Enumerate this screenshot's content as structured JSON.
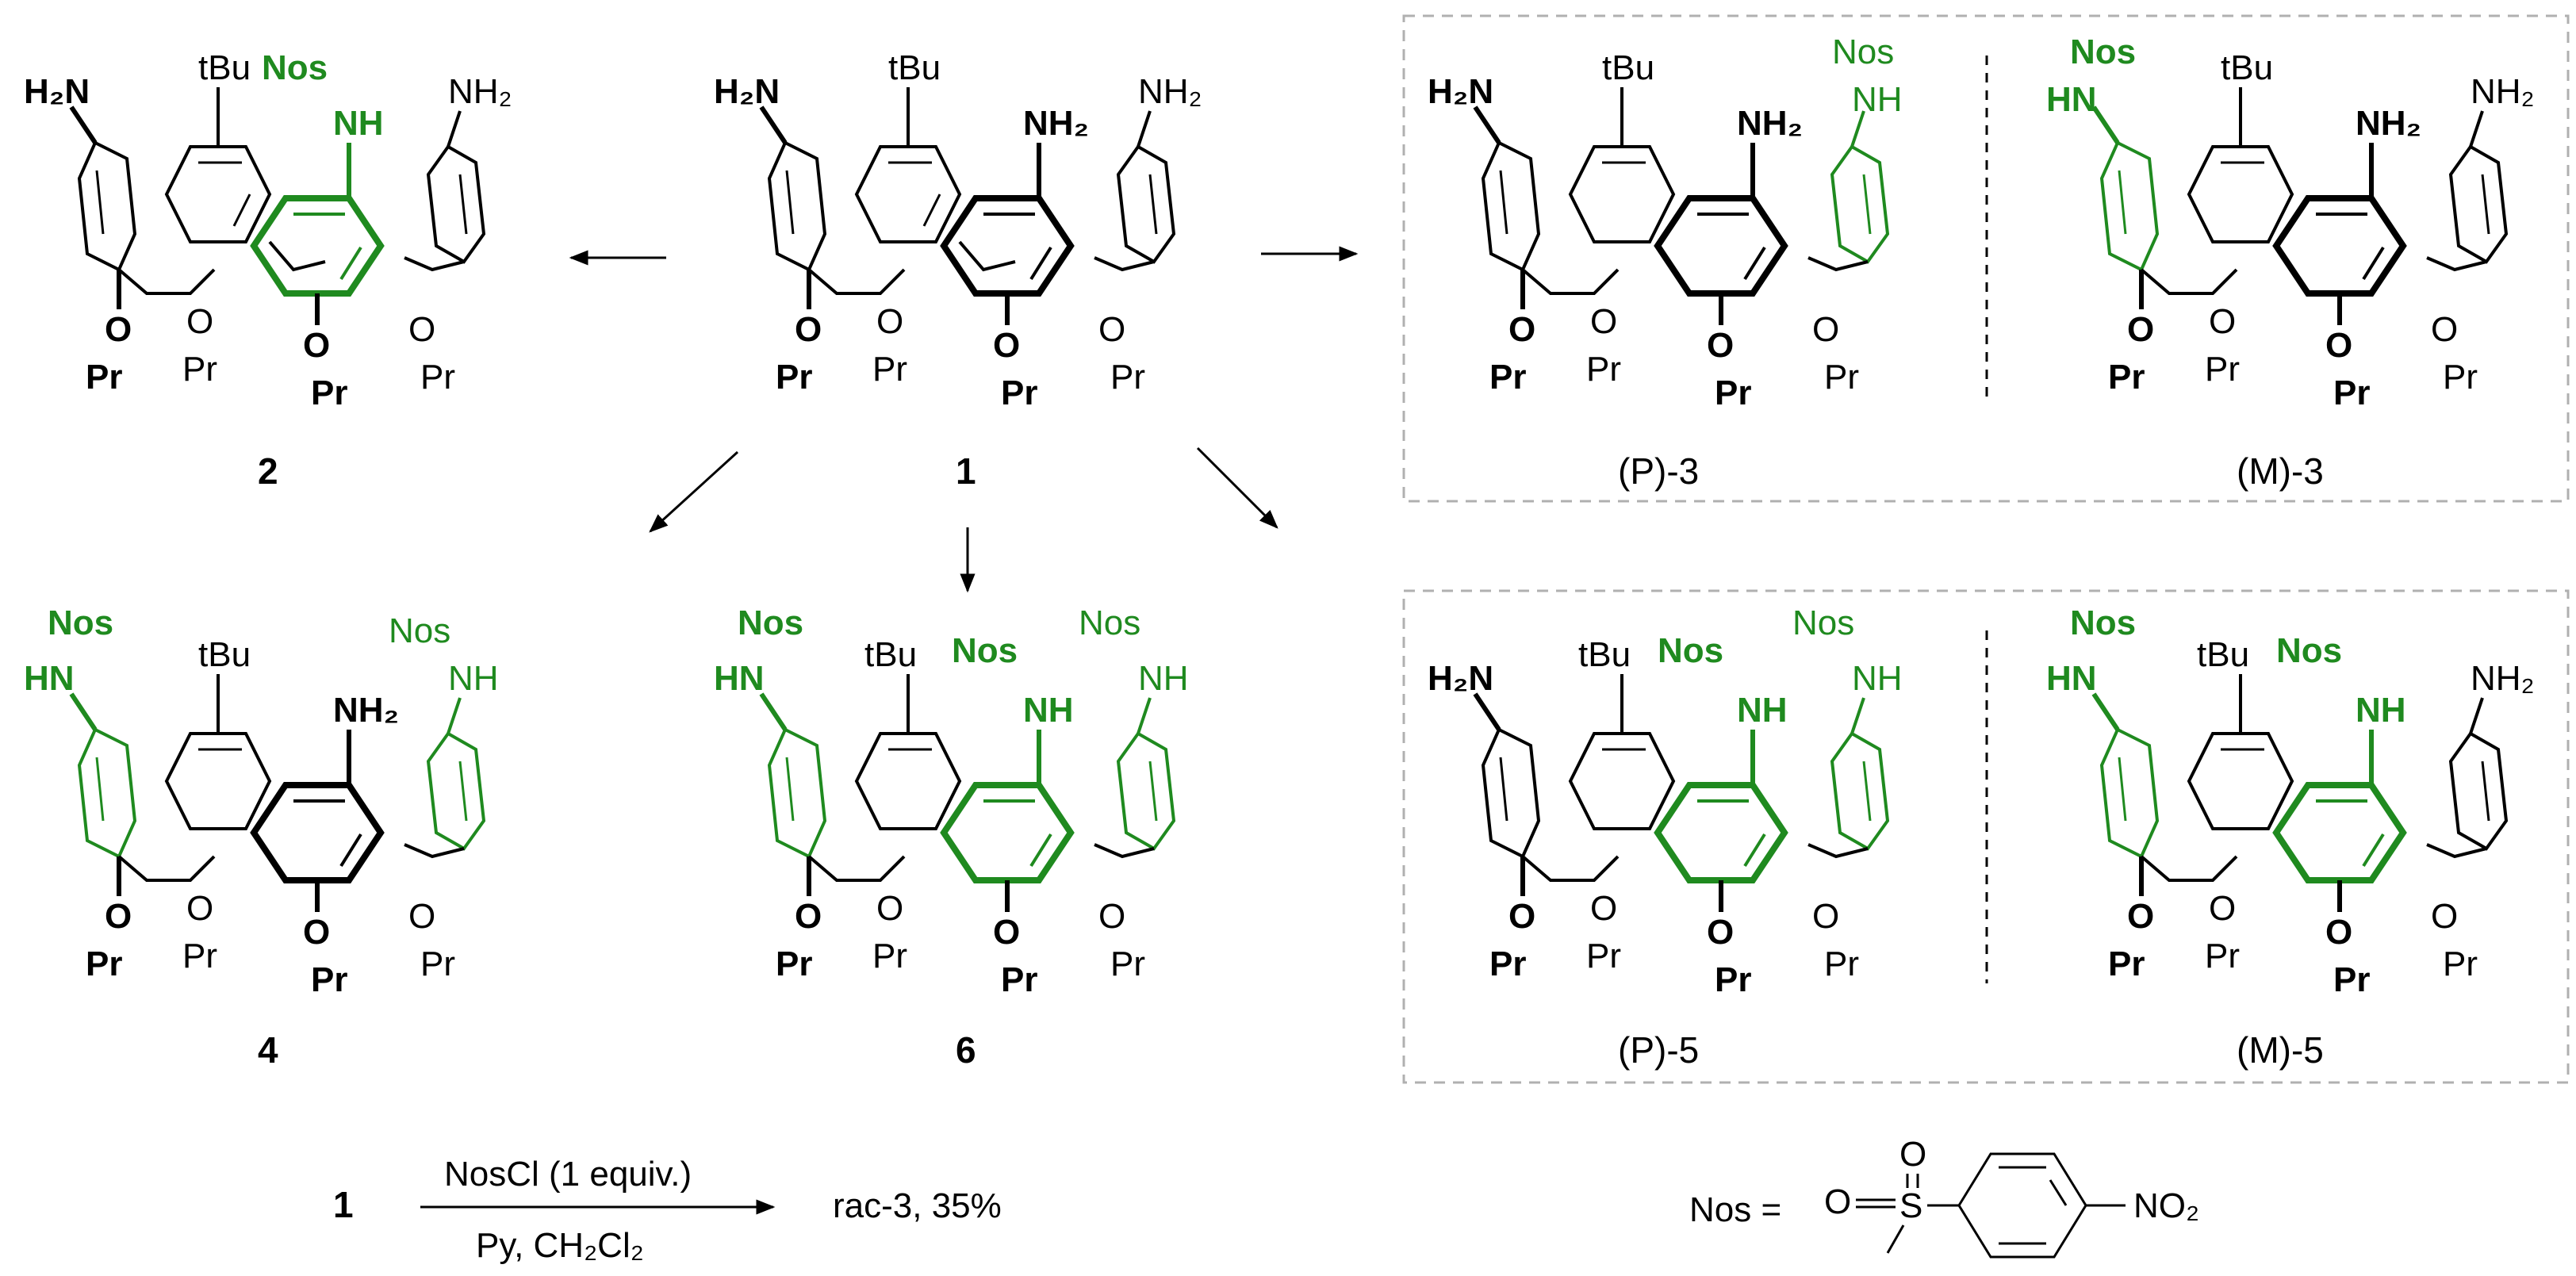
{
  "colors": {
    "ink": "#000000",
    "highlight": "#1f8a1f",
    "box_border": "#b0b0b0"
  },
  "atoms": {
    "h2n": "H₂N",
    "nh2": "NH₂",
    "nh": "NH",
    "hn": "HN",
    "nos": "Nos",
    "tbu": "tBu",
    "o": "O",
    "pr": "Pr"
  },
  "labels": {
    "c1": "1",
    "c2": "2",
    "c4": "4",
    "c6": "6",
    "p3": "(P)-3",
    "m3": "(M)-3",
    "p5": "(P)-5",
    "m5": "(M)-5"
  },
  "reaction": {
    "start": "1",
    "reagent": "NosCl (1 equiv.)",
    "conditions": "Py, CH₂Cl₂",
    "product": "rac-3, 35%"
  },
  "nos_definition": {
    "prefix": "Nos =",
    "o_top": "O",
    "o_left": "O",
    "s": "S",
    "no2": "NO₂"
  }
}
